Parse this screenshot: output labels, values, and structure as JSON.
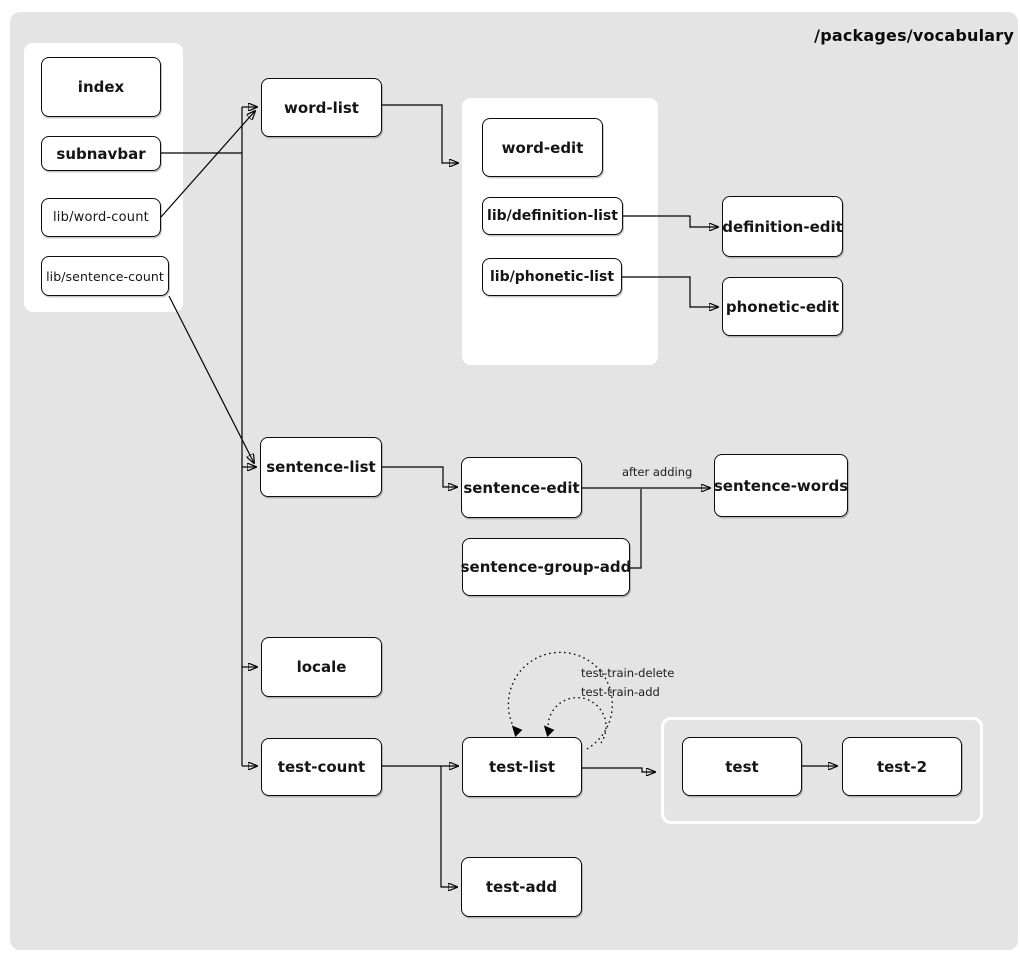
{
  "title": "/packages/vocabulary",
  "nodes": {
    "index": {
      "label": "index"
    },
    "subnavbar": {
      "label": "subnavbar"
    },
    "lib_word_count": {
      "label": "lib/word-count"
    },
    "lib_sentence_count": {
      "label": "lib/sentence-count"
    },
    "word_list": {
      "label": "word-list"
    },
    "word_edit": {
      "label": "word-edit"
    },
    "lib_definition_list": {
      "label": "lib/definition-list"
    },
    "lib_phonetic_list": {
      "label": "lib/phonetic-list"
    },
    "definition_edit": {
      "label": "definition-edit"
    },
    "phonetic_edit": {
      "label": "phonetic-edit"
    },
    "sentence_list": {
      "label": "sentence-list"
    },
    "sentence_edit": {
      "label": "sentence-edit"
    },
    "sentence_group_add": {
      "label": "sentence-group-add"
    },
    "sentence_words": {
      "label": "sentence-words"
    },
    "locale": {
      "label": "locale"
    },
    "test_count": {
      "label": "test-count"
    },
    "test_list": {
      "label": "test-list"
    },
    "test": {
      "label": "test"
    },
    "test_2": {
      "label": "test-2"
    },
    "test_add": {
      "label": "test-add"
    }
  },
  "edge_labels": {
    "after_adding": "after adding",
    "test_train_delete": "test-train-delete",
    "test_train_add": "test-train-add"
  },
  "colors": {
    "canvas_bg": "#e4e4e4",
    "node_fill": "#ffffff",
    "line": "#000000"
  }
}
